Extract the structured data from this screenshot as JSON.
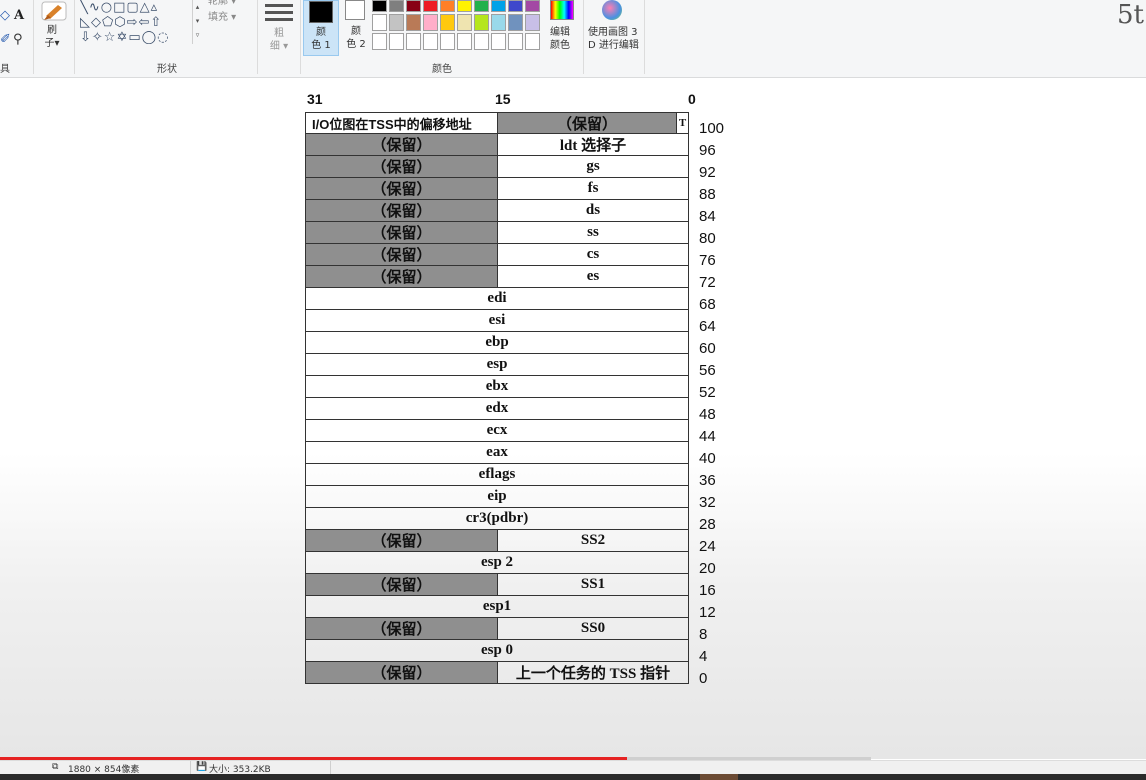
{
  "ribbon": {
    "tools_group_label": "具",
    "tool_text_icon": "A",
    "brush_label": "刷\n子▾",
    "shapes_label": "形状",
    "shape_glyphs": [
      "╲∿○□▢△▵",
      "◺◇⬠⬡⇨⇦⇧",
      "⇩✧☆✡▭◯◌"
    ],
    "outline_label": "轮廓 ▾",
    "fill_label": "填充 ▾",
    "size_label": "粗\n细 ▾",
    "color1_label": "颜\n色 1",
    "color2_label": "颜\n色 2",
    "colors_group_label": "颜色",
    "edit_colors_label": "编辑\n颜色",
    "paint3d_label": "使用画图 3\nD 进行编辑",
    "corner_glyph": "5t",
    "palette": [
      [
        "#000000",
        "#7f7f7f",
        "#880015",
        "#ed1c24",
        "#ff7f27",
        "#fff200",
        "#22b14c",
        "#00a2e8",
        "#3f48cc",
        "#a349a4"
      ],
      [
        "#ffffff",
        "#c3c3c3",
        "#b97a57",
        "#ffaec9",
        "#ffc90e",
        "#efe4b0",
        "#b5e61d",
        "#99d9ea",
        "#7092be",
        "#c8bfe7"
      ],
      [
        "#ffffff",
        "#ffffff",
        "#ffffff",
        "#ffffff",
        "#ffffff",
        "#ffffff",
        "#ffffff",
        "#ffffff",
        "#ffffff",
        "#ffffff"
      ]
    ]
  },
  "tss": {
    "bit_labels": {
      "high": "31",
      "mid": "15",
      "low": "0"
    },
    "rows": [
      {
        "offset": "100",
        "left": "I/O位图在TSS中的偏移地址",
        "right": "（保留）",
        "left_reserved": false,
        "right_reserved": true,
        "t": "T"
      },
      {
        "offset": "96",
        "left": "（保留）",
        "right": "ldt 选择子",
        "left_reserved": true
      },
      {
        "offset": "92",
        "left": "（保留）",
        "right": "gs",
        "left_reserved": true
      },
      {
        "offset": "88",
        "left": "（保留）",
        "right": "fs",
        "left_reserved": true
      },
      {
        "offset": "84",
        "left": "（保留）",
        "right": "ds",
        "left_reserved": true
      },
      {
        "offset": "80",
        "left": "（保留）",
        "right": "ss",
        "left_reserved": true
      },
      {
        "offset": "76",
        "left": "（保留）",
        "right": "cs",
        "left_reserved": true
      },
      {
        "offset": "72",
        "left": "（保留）",
        "right": "es",
        "left_reserved": true
      },
      {
        "offset": "68",
        "full": "edi"
      },
      {
        "offset": "64",
        "full": "esi"
      },
      {
        "offset": "60",
        "full": "ebp"
      },
      {
        "offset": "56",
        "full": "esp"
      },
      {
        "offset": "52",
        "full": "ebx"
      },
      {
        "offset": "48",
        "full": "edx"
      },
      {
        "offset": "44",
        "full": "ecx"
      },
      {
        "offset": "40",
        "full": "eax"
      },
      {
        "offset": "36",
        "full": "eflags"
      },
      {
        "offset": "32",
        "full": "eip"
      },
      {
        "offset": "28",
        "full": "cr3(pdbr)"
      },
      {
        "offset": "24",
        "left": "（保留）",
        "right": "SS2",
        "left_reserved": true
      },
      {
        "offset": "20",
        "full": "esp 2"
      },
      {
        "offset": "16",
        "left": "（保留）",
        "right": "SS1",
        "left_reserved": true
      },
      {
        "offset": "12",
        "full": "esp1"
      },
      {
        "offset": "8",
        "left": "（保留）",
        "right": "SS0",
        "left_reserved": true
      },
      {
        "offset": "4",
        "full": "esp 0"
      },
      {
        "offset": "0",
        "left": "（保留）",
        "right": "上一个任务的 TSS 指针",
        "left_reserved": true
      }
    ]
  },
  "status": {
    "dimensions": "1880 × 854像素",
    "size": "大小: 353.2KB"
  },
  "video_progress_fraction": 0.547
}
